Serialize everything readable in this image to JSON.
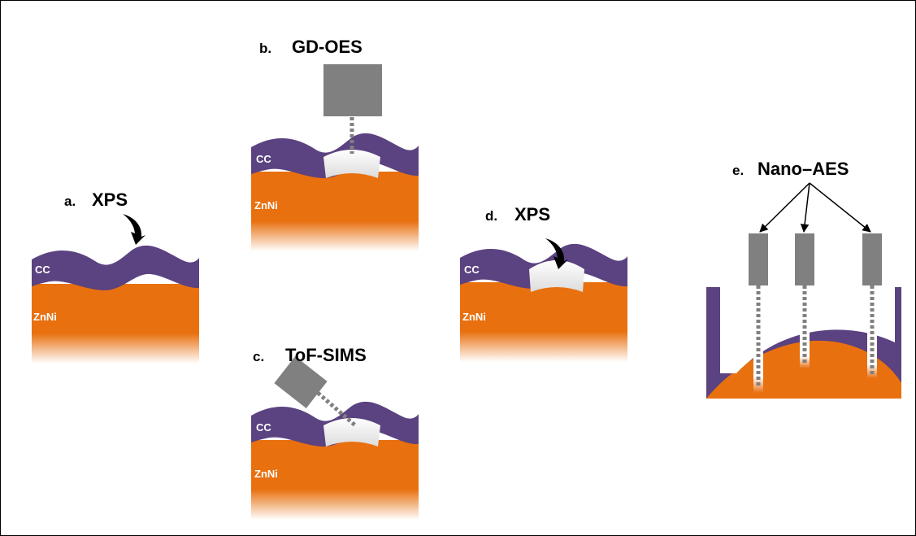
{
  "panels": {
    "a": {
      "letter": "a.",
      "technique": "XPS"
    },
    "b": {
      "letter": "b.",
      "technique": "GD-OES"
    },
    "c": {
      "letter": "c.",
      "technique": "ToF-SIMS"
    },
    "d": {
      "letter": "d.",
      "technique": "XPS"
    },
    "e": {
      "letter": "e.",
      "technique": "Nano–AES"
    }
  },
  "layers": {
    "coating": "CC",
    "substrate": "ZnNi"
  },
  "colors": {
    "coating": "#5b4280",
    "substrate": "#e8700f",
    "probe": "#808080"
  }
}
